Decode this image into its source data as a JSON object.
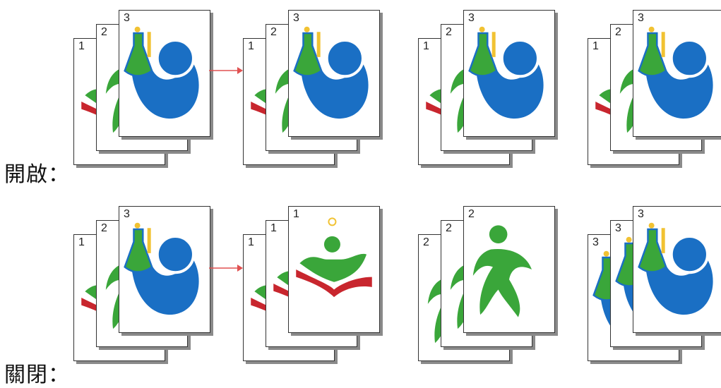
{
  "labels": {
    "on": "開啟：",
    "off": "關閉："
  },
  "colors": {
    "blue": "#1a6fc4",
    "green": "#3aa63a",
    "red": "#c8262e",
    "yellow": "#f1c232",
    "arrow": "#e05050"
  },
  "rows": {
    "on": [
      [
        "1",
        "2",
        "3"
      ],
      [
        "1",
        "2",
        "3"
      ],
      [
        "1",
        "2",
        "3"
      ],
      [
        "1",
        "2",
        "3"
      ]
    ],
    "off": [
      [
        "1",
        "2",
        "3"
      ],
      [
        "1",
        "1",
        "1"
      ],
      [
        "2",
        "2",
        "2"
      ],
      [
        "3",
        "3",
        "3"
      ]
    ]
  },
  "art": {
    "on": [
      [
        "red",
        "green",
        "blue"
      ],
      [
        "red",
        "green",
        "blue"
      ],
      [
        "red",
        "green",
        "blue"
      ],
      [
        "red",
        "green",
        "blue"
      ]
    ],
    "off": [
      [
        "red",
        "green",
        "blue"
      ],
      [
        "red",
        "red",
        "red"
      ],
      [
        "green",
        "green",
        "green"
      ],
      [
        "blue",
        "blue",
        "blue"
      ]
    ]
  }
}
